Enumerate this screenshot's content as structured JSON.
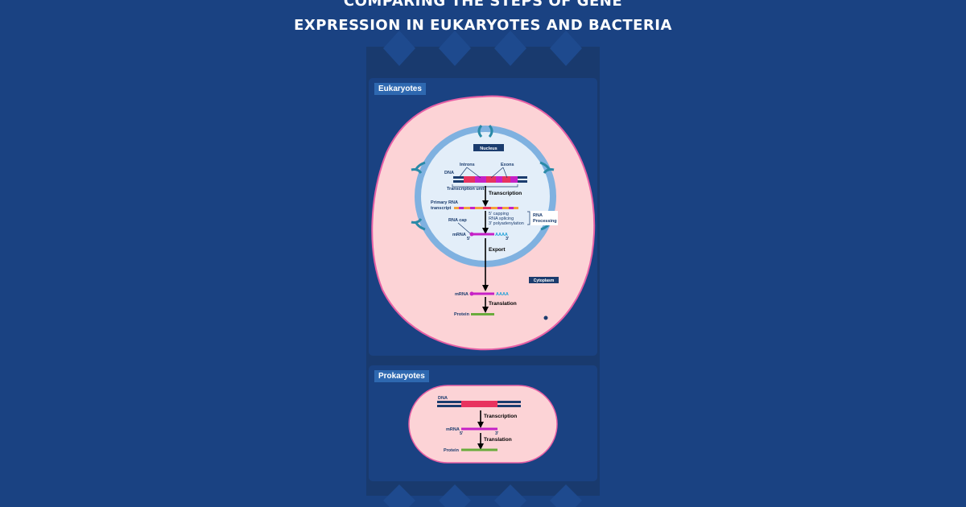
{
  "title": {
    "line1": "COMPARING THE STEPS OF GENE",
    "line2": "EXPRESSION IN EUKARYOTES AND BACTERIA"
  },
  "eukaryotes": {
    "heading": "Eukaryotes",
    "nucleus": "Nucleus",
    "cytoplasm": "Cytoplasm",
    "dna": "DNA",
    "introns": "Introns",
    "exons": "Exons",
    "transcription_unit": "Transcription unit",
    "transcription": "Transcription",
    "primary_rna_l1": "Primary RNA",
    "primary_rna_l2": "transcript",
    "capping": "5' capping",
    "splicing": "RNA splicing",
    "polyadenylation": "3' polyadenylation",
    "rna_processing_l1": "RNA",
    "rna_processing_l2": "Processing",
    "rna_cap": "RNA cap",
    "mrna": "mRNA",
    "five_prime": "5'",
    "three_prime": "3'",
    "poly_a": "AAAA",
    "export": "Export",
    "mrna_cyto": "mRNA",
    "poly_a_cyto": "AAAA",
    "translation": "Translation",
    "protein": "Protein"
  },
  "prokaryotes": {
    "heading": "Prokaryotes",
    "dna": "DNA",
    "transcription": "Transcription",
    "mrna": "mRNA",
    "five_prime": "5'",
    "three_prime": "3'",
    "translation": "Translation",
    "protein": "Protein"
  },
  "colors": {
    "background": "#1a4282",
    "cell": "#fcd3d6",
    "cell_outline": "#e65fa5",
    "nucleus": "#e3eef9",
    "nuclear_envelope": "#7fb1e0",
    "dna_strand": "#1b3c6e",
    "exon": "#e8335f",
    "mrna": "#c621c6",
    "poly_a": "#1ea0d8",
    "protein": "#6aab3c",
    "label_tag": "#2e68b0"
  }
}
